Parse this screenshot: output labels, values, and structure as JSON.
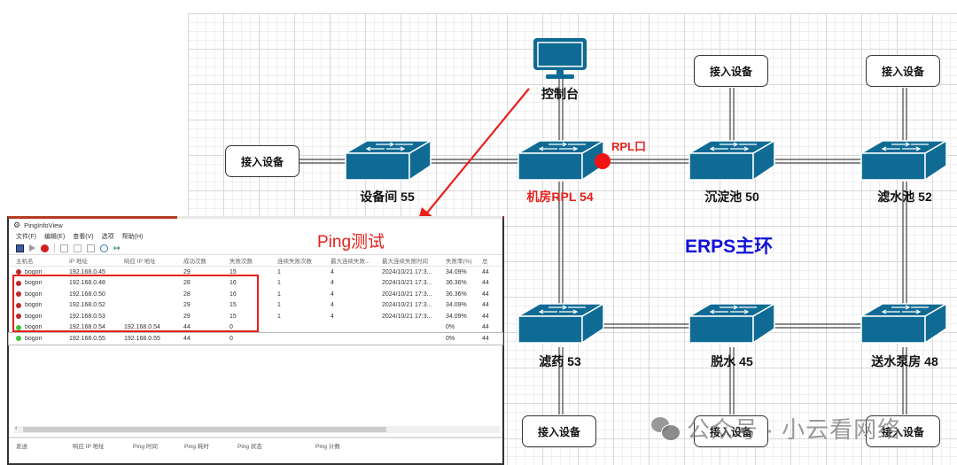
{
  "diagram": {
    "ring_title": "ERPS主环",
    "rpl_port_label": "RPL口",
    "console_label": "控制台",
    "ping_annotation": "Ping测试",
    "access_device_label": "接入设备",
    "switches": [
      {
        "id": "sw55",
        "label": "设备间 55",
        "highlight": false
      },
      {
        "id": "sw54",
        "label": "机房RPL 54",
        "highlight": true
      },
      {
        "id": "sw50",
        "label": "沉淀池 50",
        "highlight": false
      },
      {
        "id": "sw52",
        "label": "滤水池 52",
        "highlight": false
      },
      {
        "id": "sw53",
        "label": "滤药 53",
        "highlight": false
      },
      {
        "id": "sw45",
        "label": "脱水 45",
        "highlight": false
      },
      {
        "id": "sw48",
        "label": "送水泵房 48",
        "highlight": false
      }
    ],
    "colors": {
      "switch": "#0f6b94",
      "rpl": "#e8201c",
      "ring_title": "#1010d8"
    }
  },
  "pinginfoview": {
    "title": "PingInfoView",
    "menu": [
      "文件(F)",
      "编辑(E)",
      "查看(V)",
      "选项",
      "帮助(H)"
    ],
    "columns": [
      "主机名",
      "IP 地址",
      "响应 IP 地址",
      "成功次数",
      "失败次数",
      "连续失败次数",
      "最大连续失败...",
      "最大连续失败时间",
      "失败率(%)",
      "总"
    ],
    "rows": [
      {
        "status": "fail",
        "host": "bogon",
        "ip": "192.168.0.45",
        "reply_ip": "",
        "success": "29",
        "fail": "15",
        "consec_fail": "1",
        "max_consec": "4",
        "max_time": "2024/10/21 17:3...",
        "rate": "34.09%",
        "total": "44"
      },
      {
        "status": "fail",
        "host": "bogon",
        "ip": "192.168.0.48",
        "reply_ip": "",
        "success": "28",
        "fail": "16",
        "consec_fail": "1",
        "max_consec": "4",
        "max_time": "2024/10/21 17:3...",
        "rate": "36.36%",
        "total": "44"
      },
      {
        "status": "fail",
        "host": "bogon",
        "ip": "192.168.0.50",
        "reply_ip": "",
        "success": "28",
        "fail": "16",
        "consec_fail": "1",
        "max_consec": "4",
        "max_time": "2024/10/21 17:3...",
        "rate": "36.36%",
        "total": "44"
      },
      {
        "status": "fail",
        "host": "bogon",
        "ip": "192.168.0.52",
        "reply_ip": "",
        "success": "29",
        "fail": "15",
        "consec_fail": "1",
        "max_consec": "4",
        "max_time": "2024/10/21 17:3...",
        "rate": "34.09%",
        "total": "44"
      },
      {
        "status": "fail",
        "host": "bogon",
        "ip": "192.168.0.53",
        "reply_ip": "",
        "success": "29",
        "fail": "15",
        "consec_fail": "1",
        "max_consec": "4",
        "max_time": "2024/10/21 17:3...",
        "rate": "34.09%",
        "total": "44"
      },
      {
        "status": "ok",
        "host": "bogon",
        "ip": "192.168.0.54",
        "reply_ip": "192.168.0.54",
        "success": "44",
        "fail": "0",
        "consec_fail": "",
        "max_consec": "",
        "max_time": "",
        "rate": "0%",
        "total": "44"
      },
      {
        "status": "ok",
        "host": "bogon",
        "ip": "192.168.0.55",
        "reply_ip": "192.168.0.55",
        "success": "44",
        "fail": "0",
        "consec_fail": "",
        "max_consec": "",
        "max_time": "",
        "rate": "0%",
        "total": "44"
      }
    ],
    "lower_columns": [
      "发送",
      "响应 IP 地址",
      "Ping 时间",
      "Ping 耗时",
      "Ping 状态",
      "Ping 计数"
    ],
    "status_colors": {
      "fail": "#c0282a",
      "ok": "#3cc43c"
    }
  },
  "watermark": "公众号 · 小云看网络"
}
